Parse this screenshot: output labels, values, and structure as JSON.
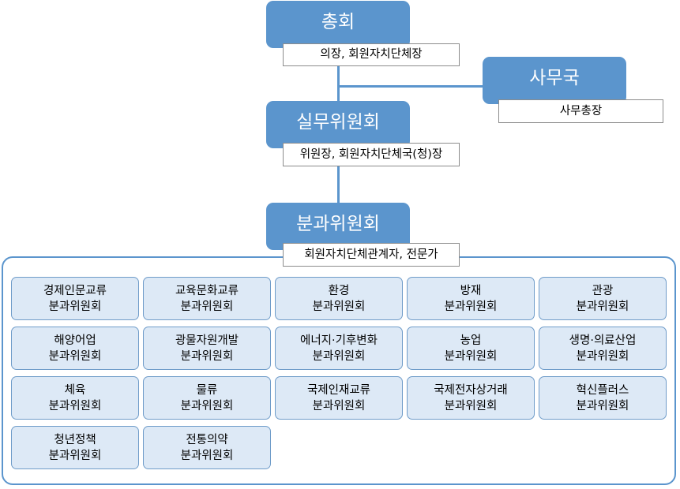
{
  "colors": {
    "node": "#5b95cd",
    "cell_fill": "#dde9f6",
    "cell_border": "#6f9cc9"
  },
  "nodes": {
    "general": {
      "title": "총회",
      "role": "의장, 회원자치단체장"
    },
    "secretariat": {
      "title": "사무국",
      "role": "사무총장"
    },
    "working": {
      "title": "실무위원회",
      "role": "위원장, 회원자치단체국(청)장"
    },
    "subcommittee": {
      "title": "분과위원회",
      "role": "회원자치단체관계자, 전문가"
    }
  },
  "committees": [
    {
      "name": "경제인문교류",
      "suffix": "분과위원회"
    },
    {
      "name": "교육문화교류",
      "suffix": "분과위원회"
    },
    {
      "name": "환경",
      "suffix": "분과위원회"
    },
    {
      "name": "방재",
      "suffix": "분과위원회"
    },
    {
      "name": "관광",
      "suffix": "분과위원회"
    },
    {
      "name": "해양어업",
      "suffix": "분과위원회"
    },
    {
      "name": "광물자원개발",
      "suffix": "분과위원회"
    },
    {
      "name": "에너지·기후변화",
      "suffix": "분과위원회"
    },
    {
      "name": "농업",
      "suffix": "분과위원회"
    },
    {
      "name": "생명·의료산업",
      "suffix": "분과위원회"
    },
    {
      "name": "체육",
      "suffix": "분과위원회"
    },
    {
      "name": "물류",
      "suffix": "분과위원회"
    },
    {
      "name": "국제인재교류",
      "suffix": "분과위원회"
    },
    {
      "name": "국제전자상거래",
      "suffix": "분과위원회"
    },
    {
      "name": "혁신플러스",
      "suffix": "분과위원회"
    },
    {
      "name": "청년정책",
      "suffix": "분과위원회"
    },
    {
      "name": "전통의약",
      "suffix": "분과위원회"
    }
  ]
}
